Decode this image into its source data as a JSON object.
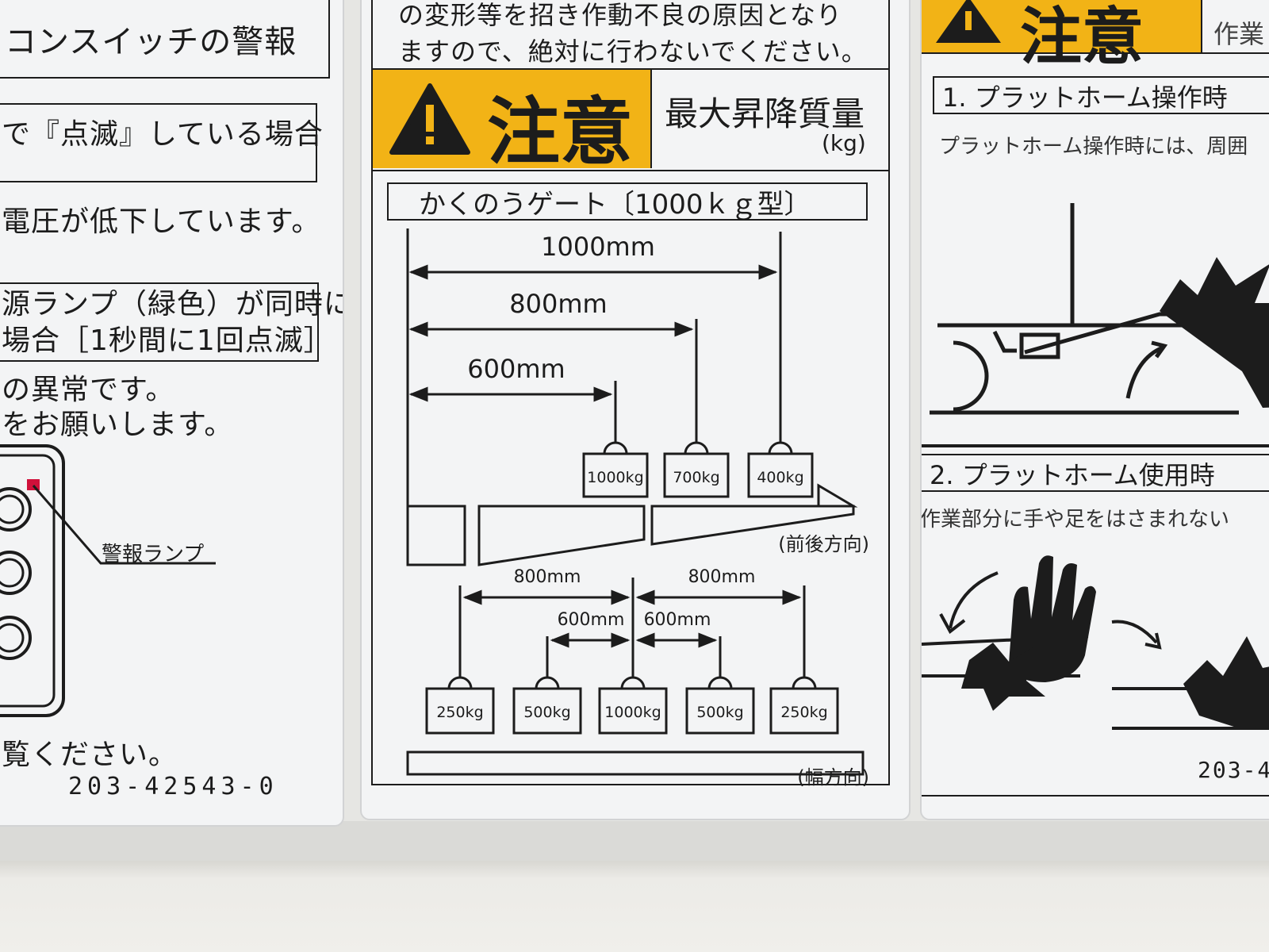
{
  "left_label": {
    "header": "コンスイッチの警報",
    "box1": "で『点滅』している場合",
    "line1": "電圧が低下しています。",
    "box2_line1": "源ランプ（緑色）が同時に",
    "box2_line2": "場合［1秒間に1回点滅］",
    "line2": "の異常です。",
    "line3": "をお願いします。",
    "lamp_label": "警報ランプ",
    "line4": "覧ください。",
    "code": "203-42543-0"
  },
  "mid_label": {
    "top_line1": "の変形等を招き作動不良の原因となり",
    "top_line2": "ますので、絶対に行わないでください。",
    "caution": "注意",
    "max_title": "最大昇降質量",
    "max_unit": "(kg)",
    "gate_title": "かくのうゲート〔1000ｋｇ型〕",
    "front_back": {
      "dims": [
        "1000mm",
        "800mm",
        "600mm"
      ],
      "weights": [
        "1000kg",
        "700kg",
        "400kg"
      ],
      "label": "(前後方向)"
    },
    "width": {
      "dims_outer": [
        "800mm",
        "800mm"
      ],
      "dims_inner": [
        "600mm",
        "600mm"
      ],
      "weights": [
        "250kg",
        "500kg",
        "1000kg",
        "500kg",
        "250kg"
      ],
      "label": "(幅方向)"
    }
  },
  "right_label": {
    "caution": "注意",
    "caution_side": "作業",
    "section1": "1. プラットホーム操作時",
    "section1_text": "プラットホーム操作時には、周囲",
    "section2": "2. プラットホーム使用時",
    "section2_text": "作業部分に手や足をはさまれない",
    "code": "203-4"
  },
  "colors": {
    "caution_yellow": "#f2b316",
    "ink": "#1c1c1c",
    "label_bg": "#f3f4f5",
    "lamp_red": "#d0103a"
  }
}
